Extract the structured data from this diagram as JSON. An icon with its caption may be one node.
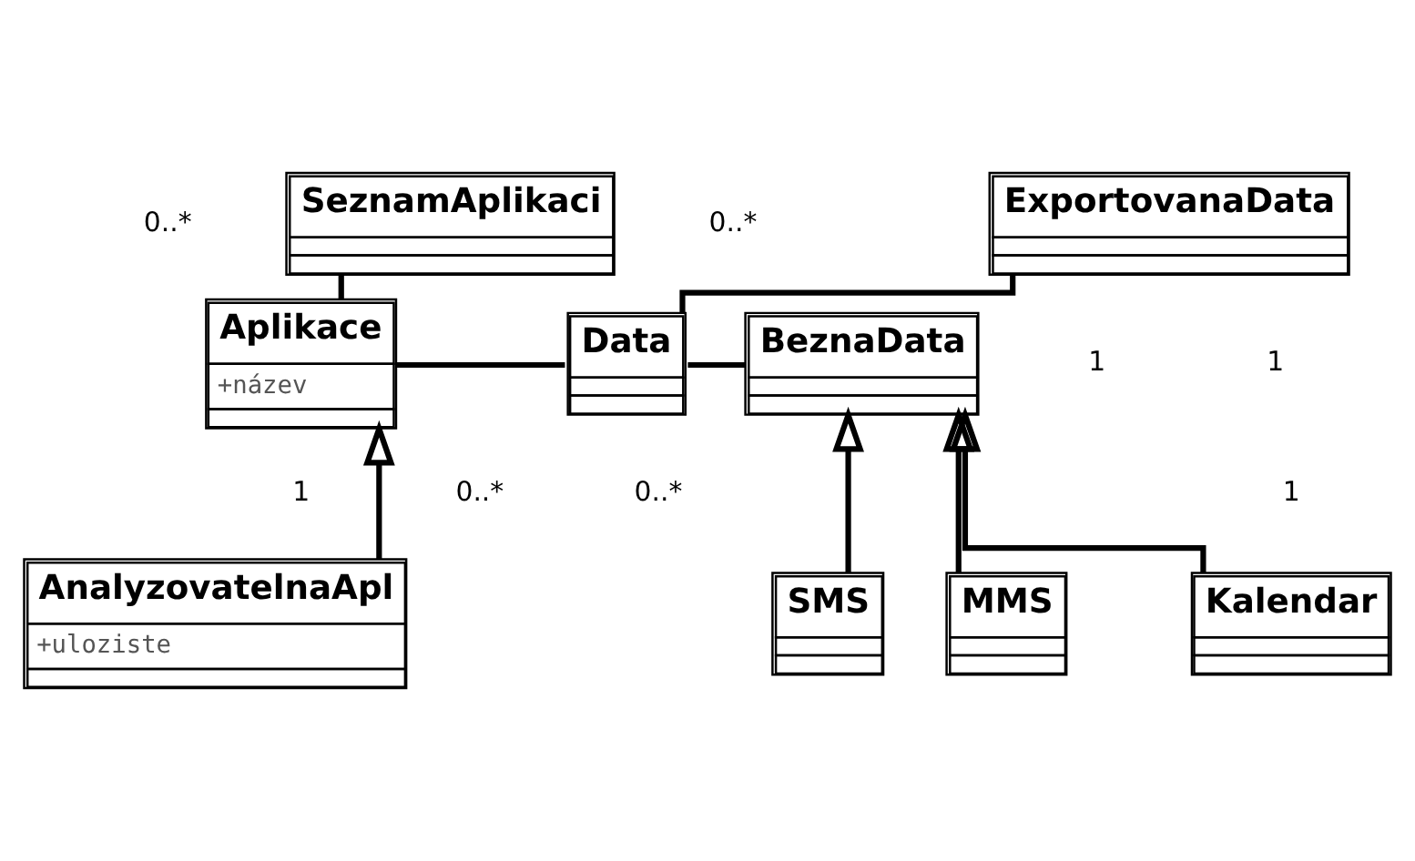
{
  "diagram": {
    "nodes": [
      {
        "text": [
          "SeznamAplikaci"
        ]
      },
      {
        "text": [
          "ExportovanaData"
        ]
      },
      {
        "text": [
          "Aplikace",
          "+název"
        ]
      },
      {
        "text": [
          "Data"
        ]
      },
      {
        "text": [
          "BeznaData"
        ]
      },
      {
        "text": [
          "AnalyzovatelnaApl",
          "+uloziste"
        ]
      },
      {
        "text": [
          "SMS"
        ]
      },
      {
        "text": [
          "Kalendar"
        ]
      },
      {
        "text": [
          "MMS"
        ]
      }
    ],
    "edges": [
      {
        "from": 0,
        "to": 2,
        "arrow": "none"
      },
      {
        "from": 1,
        "to": 3,
        "arrow": "none"
      },
      {
        "from": 2,
        "to": 3,
        "arrow": "none"
      },
      {
        "from": 3,
        "to": 4,
        "arrow": "none"
      },
      {
        "from": 5,
        "to": 2,
        "arrow": "to"
      },
      {
        "from": 6,
        "to": 4,
        "arrow": "to"
      },
      {
        "from": 7,
        "to": 4,
        "arrow": "to"
      },
      {
        "from": 8,
        "to": 4,
        "arrow": "to"
      }
    ],
    "labels": [
      "1",
      "1",
      "0..*",
      "0..*",
      "1",
      "0..*",
      "0..*",
      "1"
    ]
  }
}
